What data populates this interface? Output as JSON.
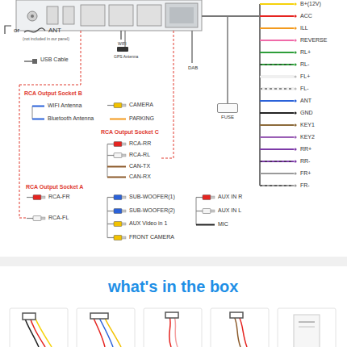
{
  "diagram": {
    "title": "what's in the box",
    "nodes": [
      {
        "text": [
          "FUSE"
        ]
      }
    ],
    "labels": [
      "or",
      "ANT",
      "(not included in our panel)",
      "WIFI",
      "GPS Antenna",
      "USB Cable",
      "DAB",
      "RCA Output Socket B",
      "WIFI Antenna",
      "Bluetooth Antenna",
      "CAMERA",
      "PARKING",
      "RCA Output Socket C",
      "RCA-RR",
      "RCA-RL",
      "CAN-TX",
      "CAN-RX",
      "RCA Output Socket A",
      "RCA-FR",
      "RCA-FL",
      "SUB-WOOFER(1)",
      "SUB-WOOFER(2)",
      "AUX Video in 1",
      "FRONT CAMERA",
      "AUX IN R",
      "AUX IN L",
      "MIC",
      "B+(12V)",
      "ACC",
      "ILL",
      "REVERSE",
      "RL+",
      "RL-",
      "FL+",
      "FL-",
      "ANT",
      "GND",
      "KEY1",
      "KEY2",
      "RR+",
      "RR-",
      "FR+",
      "FR-"
    ]
  }
}
